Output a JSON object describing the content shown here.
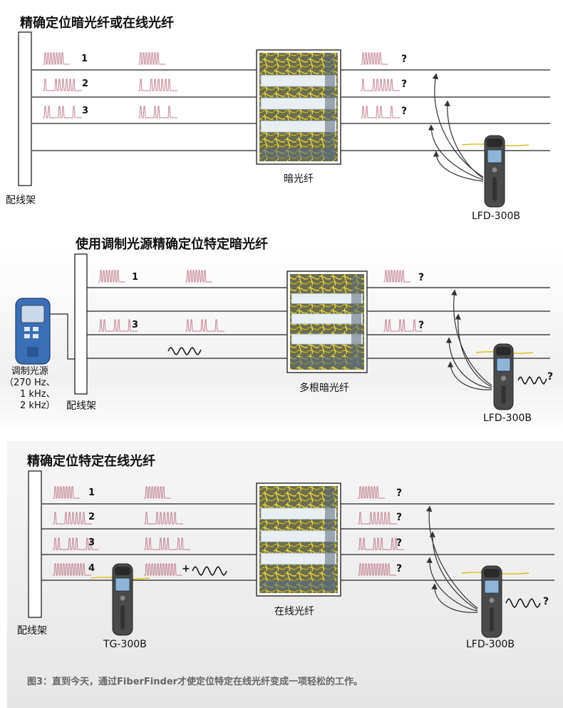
{
  "sections": [
    {
      "title": "精确定位暗光纤或在线光纤",
      "panel_label": "配线架",
      "cabinet_label": "暗光纤",
      "fiber_numbers": [
        "1",
        "2",
        "3"
      ],
      "unknown_mark": "?",
      "meter_label": "LFD-300B"
    },
    {
      "title": "使用调制光源精确定位特定暗光纤",
      "panel_label": "配线架",
      "cabinet_label": "多根暗光纤",
      "fiber_numbers": [
        "1",
        "3"
      ],
      "unknown_mark": "?",
      "meter_label": "LFD-300B",
      "source_label": [
        "调制光源",
        "（270 Hz、",
        "1 kHz、",
        "2 kHz）"
      ]
    },
    {
      "title": "精确定位特定在线光纤",
      "panel_label": "配线架",
      "cabinet_label": "在线光纤",
      "fiber_numbers": [
        "1",
        "2",
        "3",
        "4"
      ],
      "unknown_mark": "?",
      "plus_mark": "+",
      "meter_label": "LFD-300B",
      "generator_label": "TG-300B"
    }
  ],
  "caption": "图3：直到今天，通过FiberFinder才使定位特定在线光纤变成一项轻松的工作。",
  "colors": {
    "pulse": "#c08090",
    "fiber_line": "#222222",
    "arrow": "#333333",
    "device_body": "#4a4a4a",
    "device_screen": "#8fb4d8",
    "source_body": "#3a6fb5",
    "fiber_yellow": "#d8c020",
    "cabinet_frame": "#5a6a7a",
    "section3_bg": "#ececec"
  },
  "icons": [
    "pulse-train-icon",
    "modulation-wave-icon",
    "fiber-identifier-device-icon",
    "tone-generator-device-icon",
    "modulated-light-source-icon",
    "fiber-cabinet-photo-icon",
    "detection-arrow-icon"
  ]
}
